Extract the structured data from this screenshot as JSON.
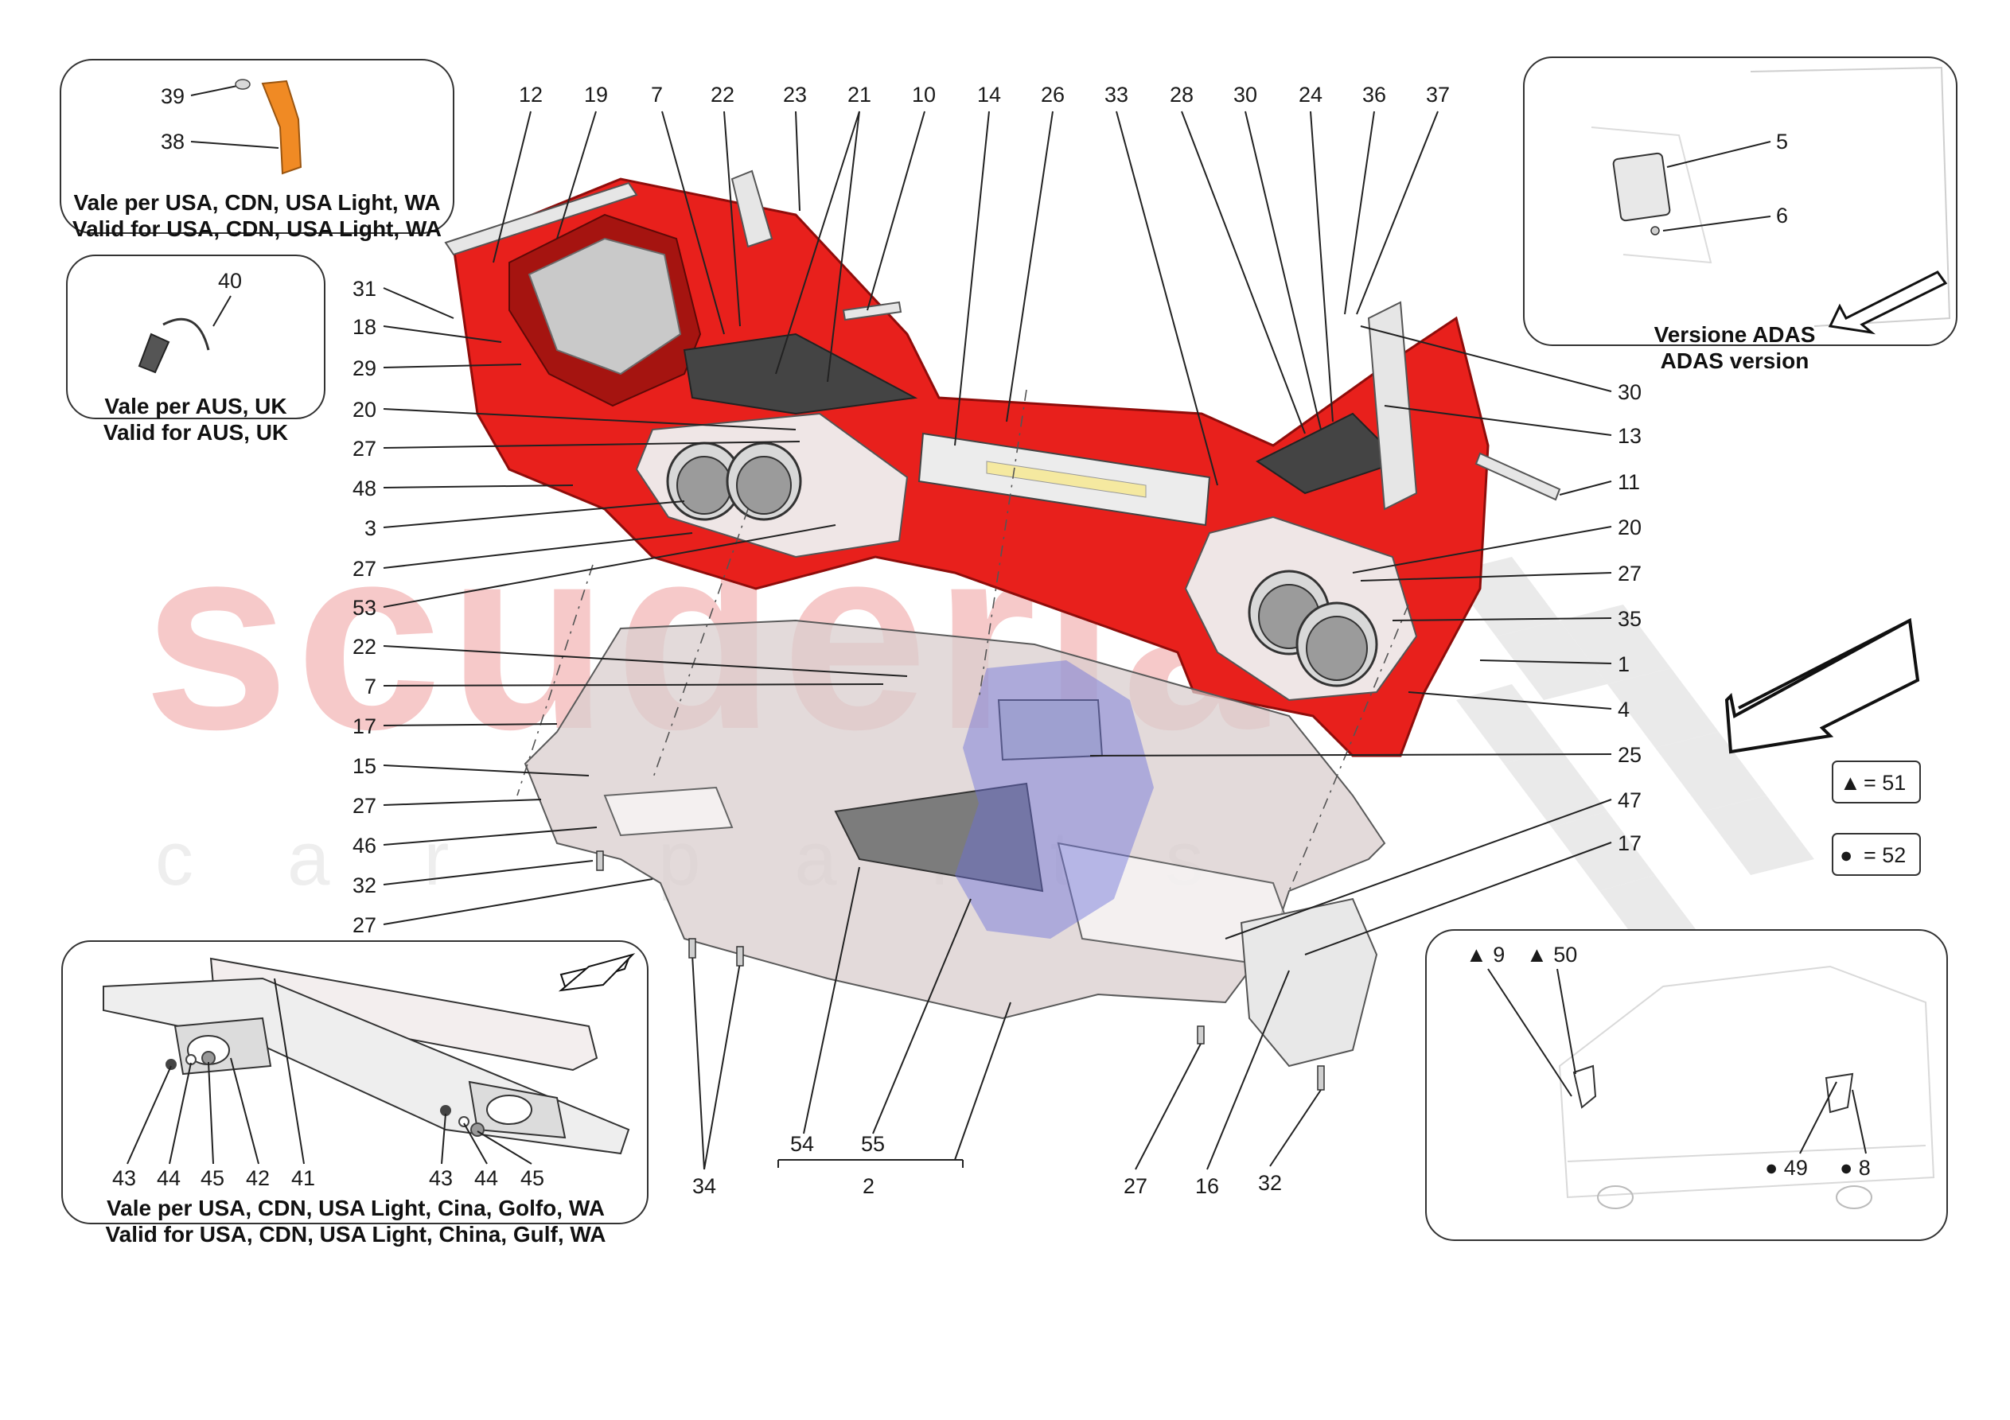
{
  "watermark": {
    "main": "scuderia",
    "sub": "car parts"
  },
  "insets": {
    "usa_wa": {
      "it": "Vale per USA, CDN, USA Light, WA",
      "en": "Valid for USA, CDN, USA Light, WA",
      "parts": [
        "39",
        "38"
      ]
    },
    "aus_uk": {
      "it": "Vale per AUS, UK",
      "en": "Valid for AUS, UK",
      "parts": [
        "40"
      ]
    },
    "adas": {
      "it": "Versione ADAS",
      "en": "ADAS version",
      "parts": [
        "5",
        "6"
      ]
    },
    "usa_gulf": {
      "it": "Vale per USA, CDN, USA Light, Cina, Golfo, WA",
      "en": "Valid for USA, CDN, USA Light, China, Gulf, WA",
      "parts": [
        "43",
        "44",
        "45",
        "42",
        "41",
        "43",
        "44",
        "45"
      ]
    },
    "rear_view": {
      "parts": [
        "▲ 9",
        "▲ 50",
        "● 49",
        "● 8"
      ]
    }
  },
  "legend": [
    {
      "symbol": "▲",
      "text": "= 51"
    },
    {
      "symbol": "●",
      "text": "= 52"
    }
  ],
  "top_labels": [
    "12",
    "19",
    "7",
    "22",
    "23",
    "21",
    "10",
    "14",
    "26",
    "33",
    "28",
    "30",
    "24",
    "36",
    "37"
  ],
  "left_labels": [
    "31",
    "18",
    "29",
    "20",
    "27",
    "48",
    "3",
    "27",
    "53",
    "22",
    "7",
    "17",
    "15",
    "27",
    "46",
    "32",
    "27"
  ],
  "right_labels": [
    "30",
    "13",
    "11",
    "20",
    "27",
    "35",
    "1",
    "4",
    "25",
    "47",
    "17"
  ],
  "bottom_labels": [
    "34",
    "54",
    "55",
    "2",
    "27",
    "16",
    "32"
  ],
  "colors": {
    "body": "#e8201c",
    "body_dark": "#b5120f",
    "diffuser": "#d9cdcd",
    "orange": "#f08a24",
    "blue_logo": "#6b6fd9"
  }
}
